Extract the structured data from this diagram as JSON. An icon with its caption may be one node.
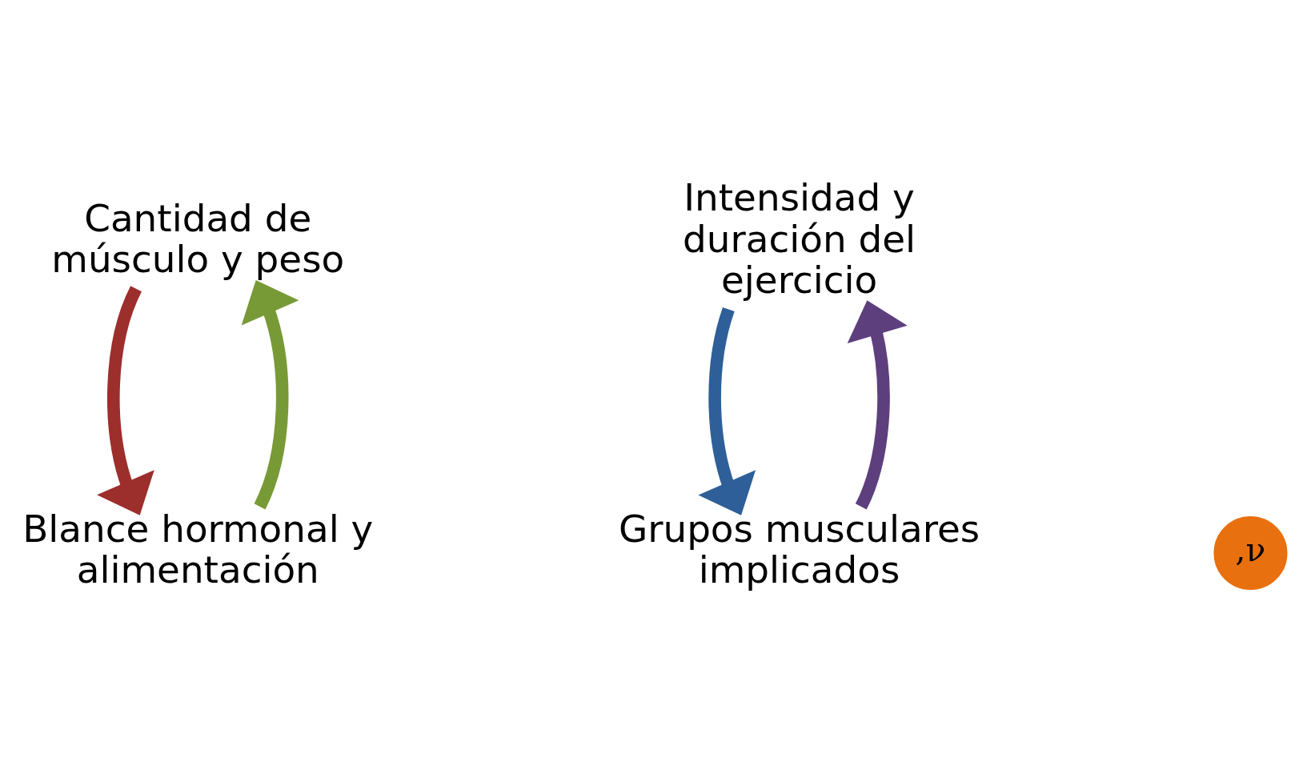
{
  "diagram": {
    "nodes": [
      {
        "text": [
          "Cantidad de músculo y peso"
        ]
      },
      {
        "text": [
          "Intensidad y duración del ejercicio"
        ]
      },
      {
        "text": [
          "Blance hormonal y alimentación"
        ]
      },
      {
        "text": [
          "Grupos musculares implicados"
        ]
      },
      {
        "text": [
          ",ν"
        ]
      }
    ],
    "edges": [
      {
        "from": 1,
        "to": 3,
        "arrow": "to",
        "color": "#2e5f99"
      },
      {
        "from": 2,
        "to": 0,
        "arrow": "to",
        "color": "#789a36"
      },
      {
        "from": 0,
        "to": 2,
        "arrow": "to",
        "color": "#9c2e2c"
      },
      {
        "from": 3,
        "to": 1,
        "arrow": "to",
        "color": "#5e3f7d"
      }
    ]
  }
}
